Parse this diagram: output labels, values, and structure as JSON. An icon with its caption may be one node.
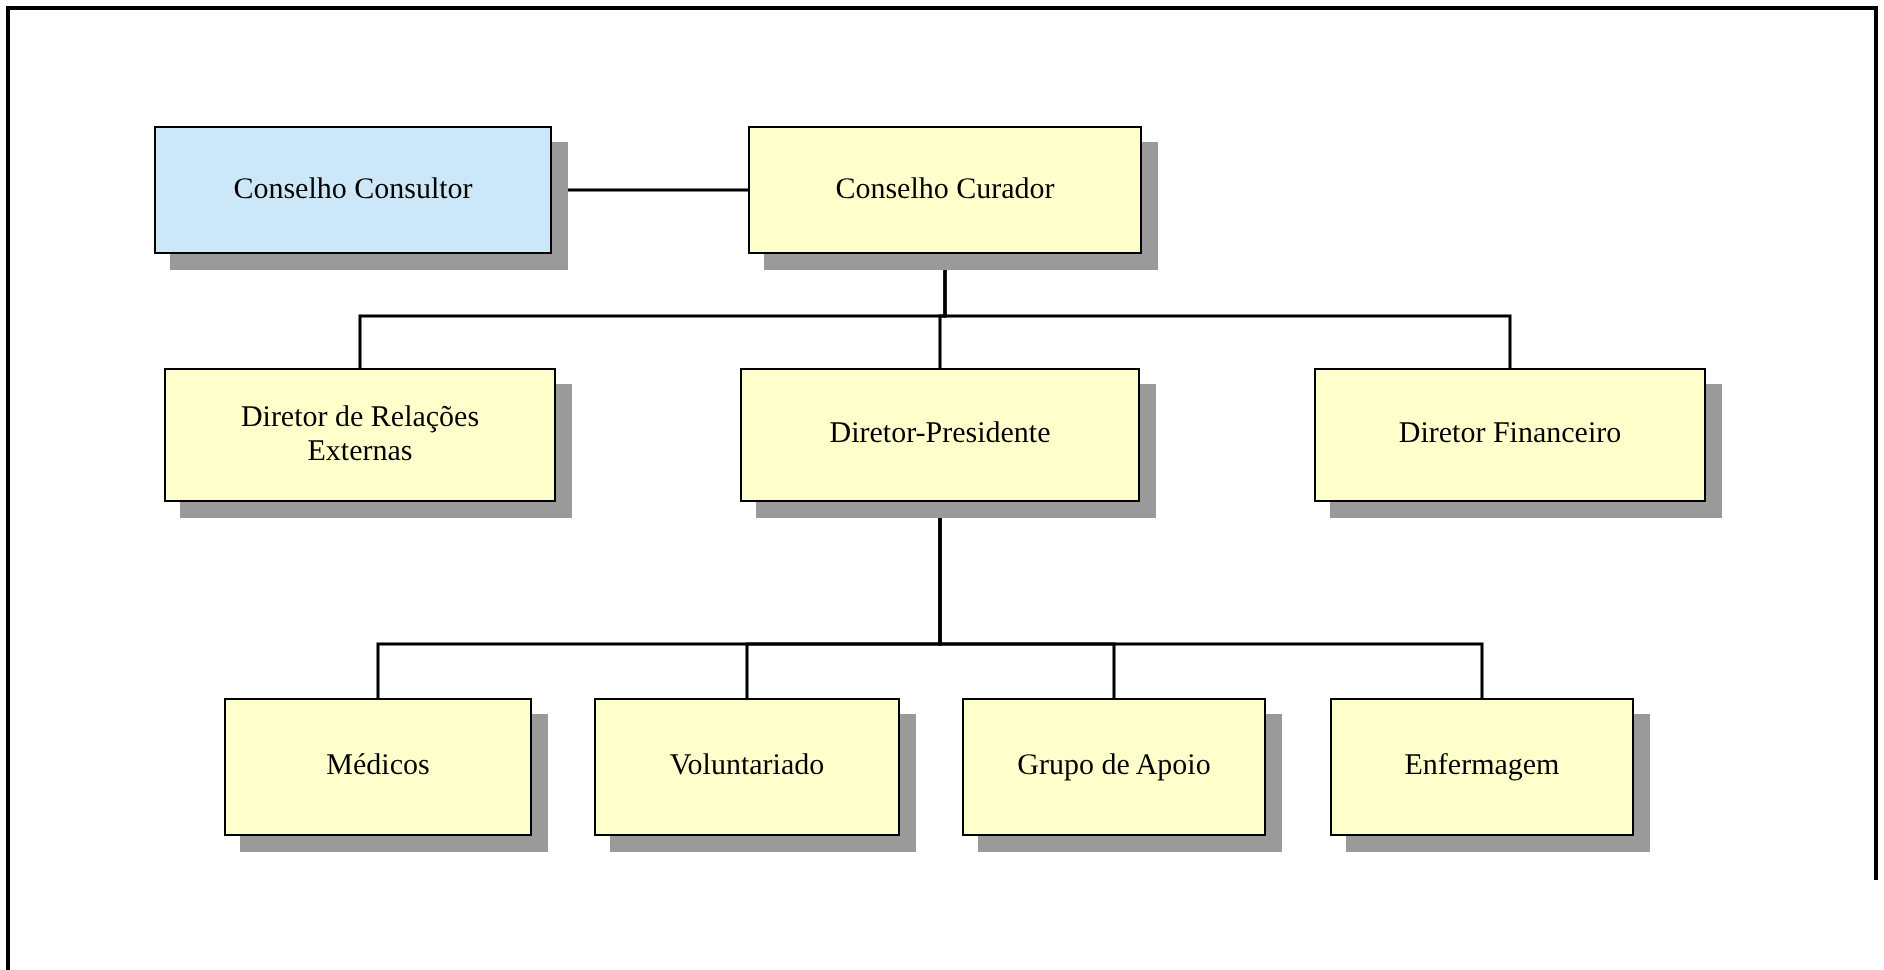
{
  "diagram": {
    "nodes": [
      {
        "text": [
          "Conselho Consultor"
        ]
      },
      {
        "text": [
          "Conselho Curador"
        ]
      },
      {
        "text": [
          "Diretor de Relações Externas"
        ]
      },
      {
        "text": [
          "Diretor-Presidente"
        ]
      },
      {
        "text": [
          "Diretor Financeiro"
        ]
      },
      {
        "text": [
          "Médicos"
        ]
      },
      {
        "text": [
          "Voluntariado"
        ]
      },
      {
        "text": [
          "Grupo de Apoio"
        ]
      },
      {
        "text": [
          "Enfermagem"
        ]
      }
    ],
    "edges": [
      {
        "from": 0,
        "to": 1,
        "arrow": "none"
      },
      {
        "from": 1,
        "to": 2,
        "arrow": "none"
      },
      {
        "from": 1,
        "to": 3,
        "arrow": "none"
      },
      {
        "from": 1,
        "to": 4,
        "arrow": "none"
      },
      {
        "from": 3,
        "to": 5,
        "arrow": "none"
      },
      {
        "from": 3,
        "to": 6,
        "arrow": "none"
      },
      {
        "from": 3,
        "to": 7,
        "arrow": "none"
      },
      {
        "from": 3,
        "to": 8,
        "arrow": "none"
      }
    ]
  }
}
